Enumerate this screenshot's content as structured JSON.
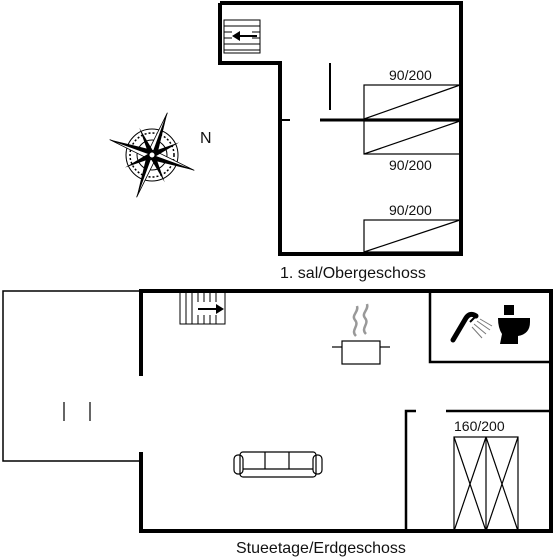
{
  "upper_floor": {
    "label": "1. sal/Obergeschoss",
    "beds": [
      "90/200",
      "90/200",
      "90/200"
    ]
  },
  "ground_floor": {
    "label": "Stueetage/Erdgeschoss",
    "bed": "160/200"
  },
  "compass": {
    "north_label": "N"
  }
}
